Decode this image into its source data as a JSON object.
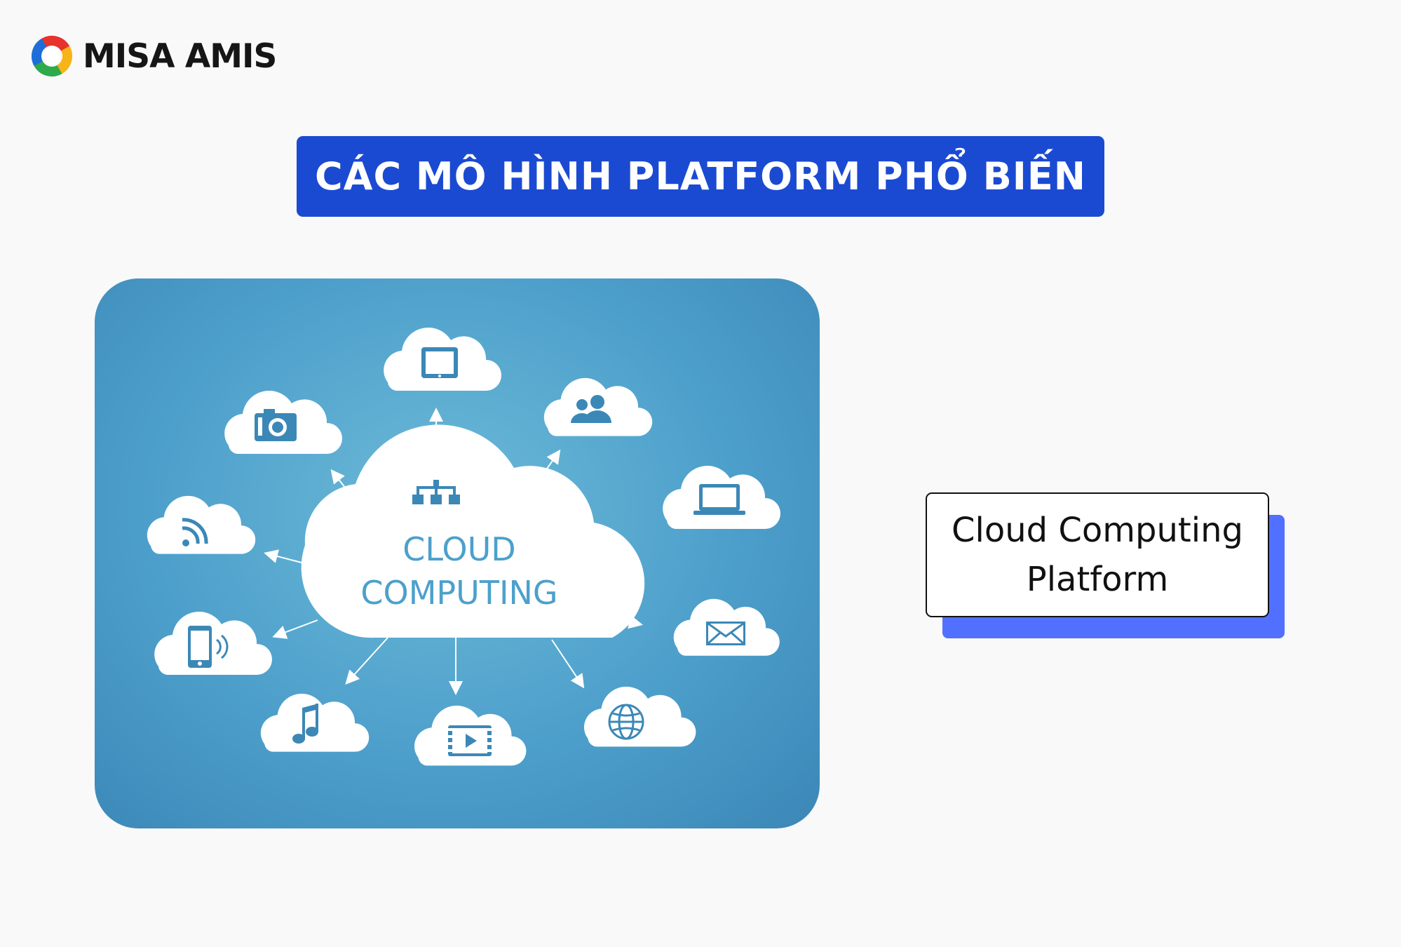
{
  "brand": {
    "name": "MISA AMIS",
    "logo_colors": [
      "#e8322d",
      "#f6b416",
      "#2eaa4b",
      "#1d6ed8"
    ]
  },
  "title": {
    "text": "CÁC MÔ HÌNH PLATFORM PHỔ BIẾN",
    "background": "#1b4ad2"
  },
  "illustration": {
    "center_label_line1": "CLOUD",
    "center_label_line2": "COMPUTING",
    "background": "#4d9fcb",
    "satellite_icons": [
      "tablet-icon",
      "users-icon",
      "laptop-icon",
      "mail-icon",
      "globe-icon",
      "video-icon",
      "music-icon",
      "smartphone-icon",
      "rss-icon",
      "camera-icon"
    ],
    "center_icon": "network-hierarchy-icon"
  },
  "label_card": {
    "line1": "Cloud Computing",
    "line2": "Platform",
    "accent": "#5170ff"
  }
}
